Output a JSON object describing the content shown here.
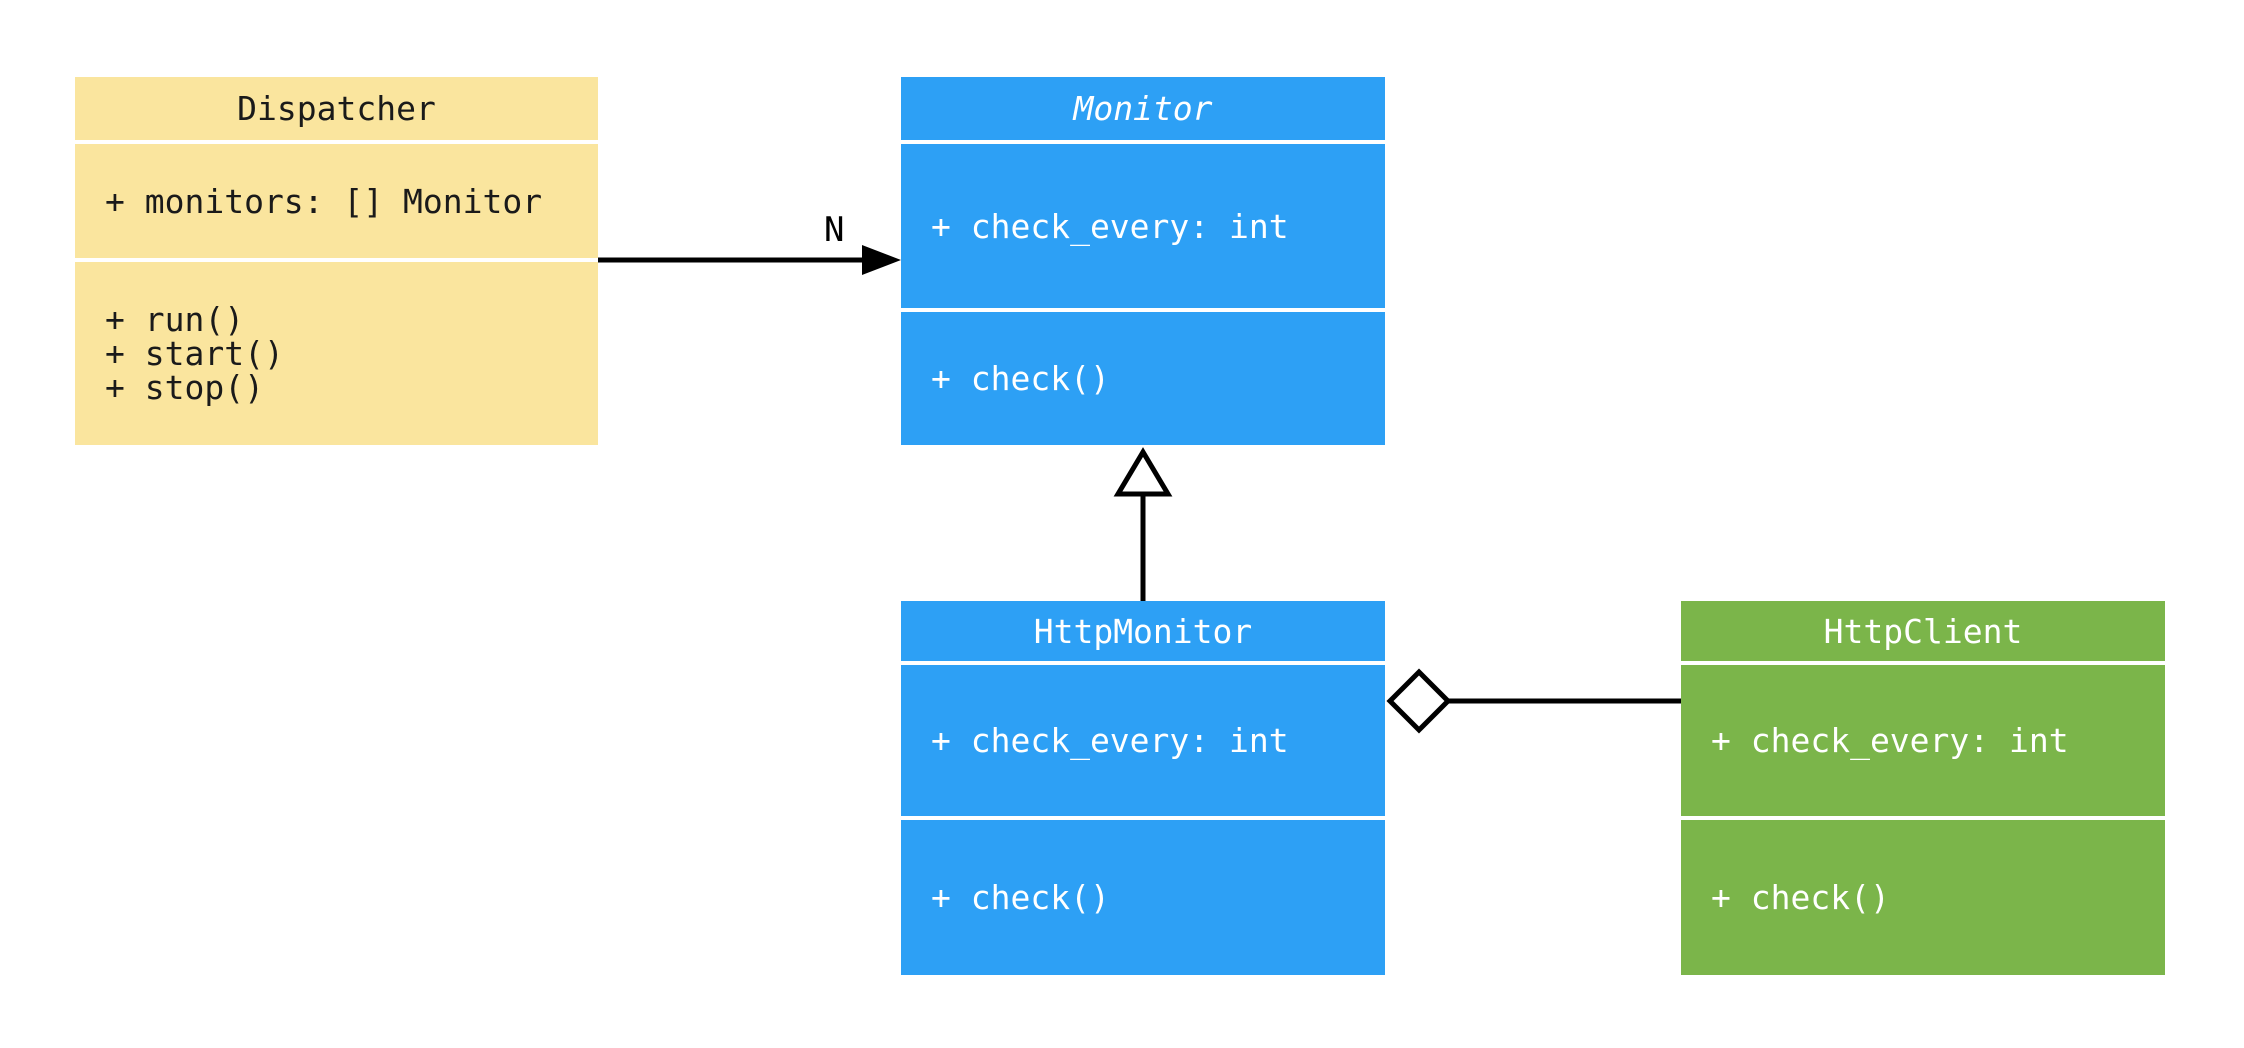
{
  "diagram": {
    "background": "#ffffff",
    "edge_color": "#000000",
    "classes": [
      {
        "name": "Dispatcher",
        "abstract": false,
        "fill": "#FAE59E",
        "text": "#1a1a1a",
        "attributes": [
          "+ monitors: [] Monitor"
        ],
        "methods": [
          "+ run()",
          "+ start()",
          "+ stop()"
        ]
      },
      {
        "name": "Monitor",
        "abstract": true,
        "fill": "#2DA0F5",
        "text": "#ffffff",
        "attributes": [
          "+ check_every: int"
        ],
        "methods": [
          "+ check()"
        ]
      },
      {
        "name": "HttpMonitor",
        "abstract": false,
        "fill": "#2DA0F5",
        "text": "#ffffff",
        "attributes": [
          "+ check_every: int"
        ],
        "methods": [
          "+ check()"
        ]
      },
      {
        "name": "HttpClient",
        "abstract": false,
        "fill": "#7BB54A",
        "text": "#ffffff",
        "attributes": [
          "+ check_every: int"
        ],
        "methods": [
          "+ check()"
        ]
      }
    ],
    "relationships": [
      {
        "type": "association",
        "from": "Dispatcher",
        "to": "Monitor",
        "multiplicity_label": "N"
      },
      {
        "type": "inheritance",
        "from": "HttpMonitor",
        "to": "Monitor",
        "multiplicity_label": ""
      },
      {
        "type": "aggregation",
        "from": "HttpMonitor",
        "to": "HttpClient",
        "multiplicity_label": ""
      }
    ]
  }
}
